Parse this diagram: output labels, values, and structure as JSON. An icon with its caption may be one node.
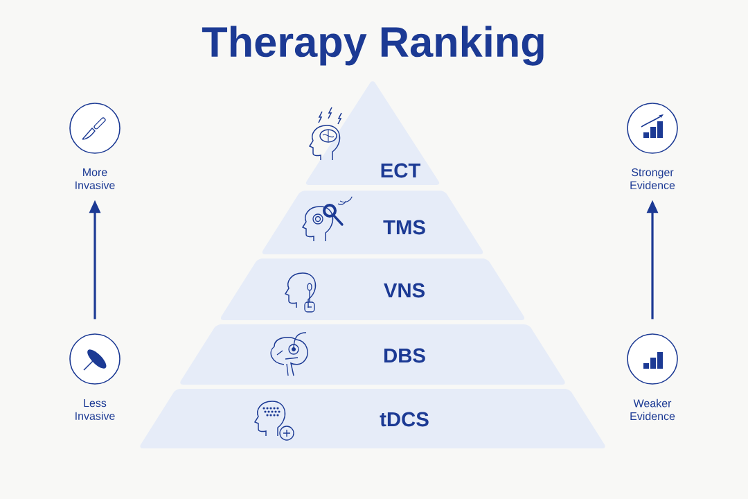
{
  "diagram": {
    "title": "Therapy Ranking",
    "nodes": [
      {
        "text": [
          "ECT"
        ]
      },
      {
        "text": [
          "TMS"
        ]
      },
      {
        "text": [
          "VNS"
        ]
      },
      {
        "text": [
          "DBS"
        ]
      },
      {
        "text": [
          "tDCS"
        ]
      },
      {
        "text": [
          "More Invasive"
        ]
      },
      {
        "text": [
          "Less Invasive"
        ]
      },
      {
        "text": [
          "Stronger Evidence"
        ]
      },
      {
        "text": [
          "Weaker Evidence"
        ]
      }
    ],
    "edges": [
      {
        "from": 6,
        "to": 5,
        "arrow": "to"
      },
      {
        "from": 8,
        "to": 7,
        "arrow": "to"
      }
    ]
  }
}
